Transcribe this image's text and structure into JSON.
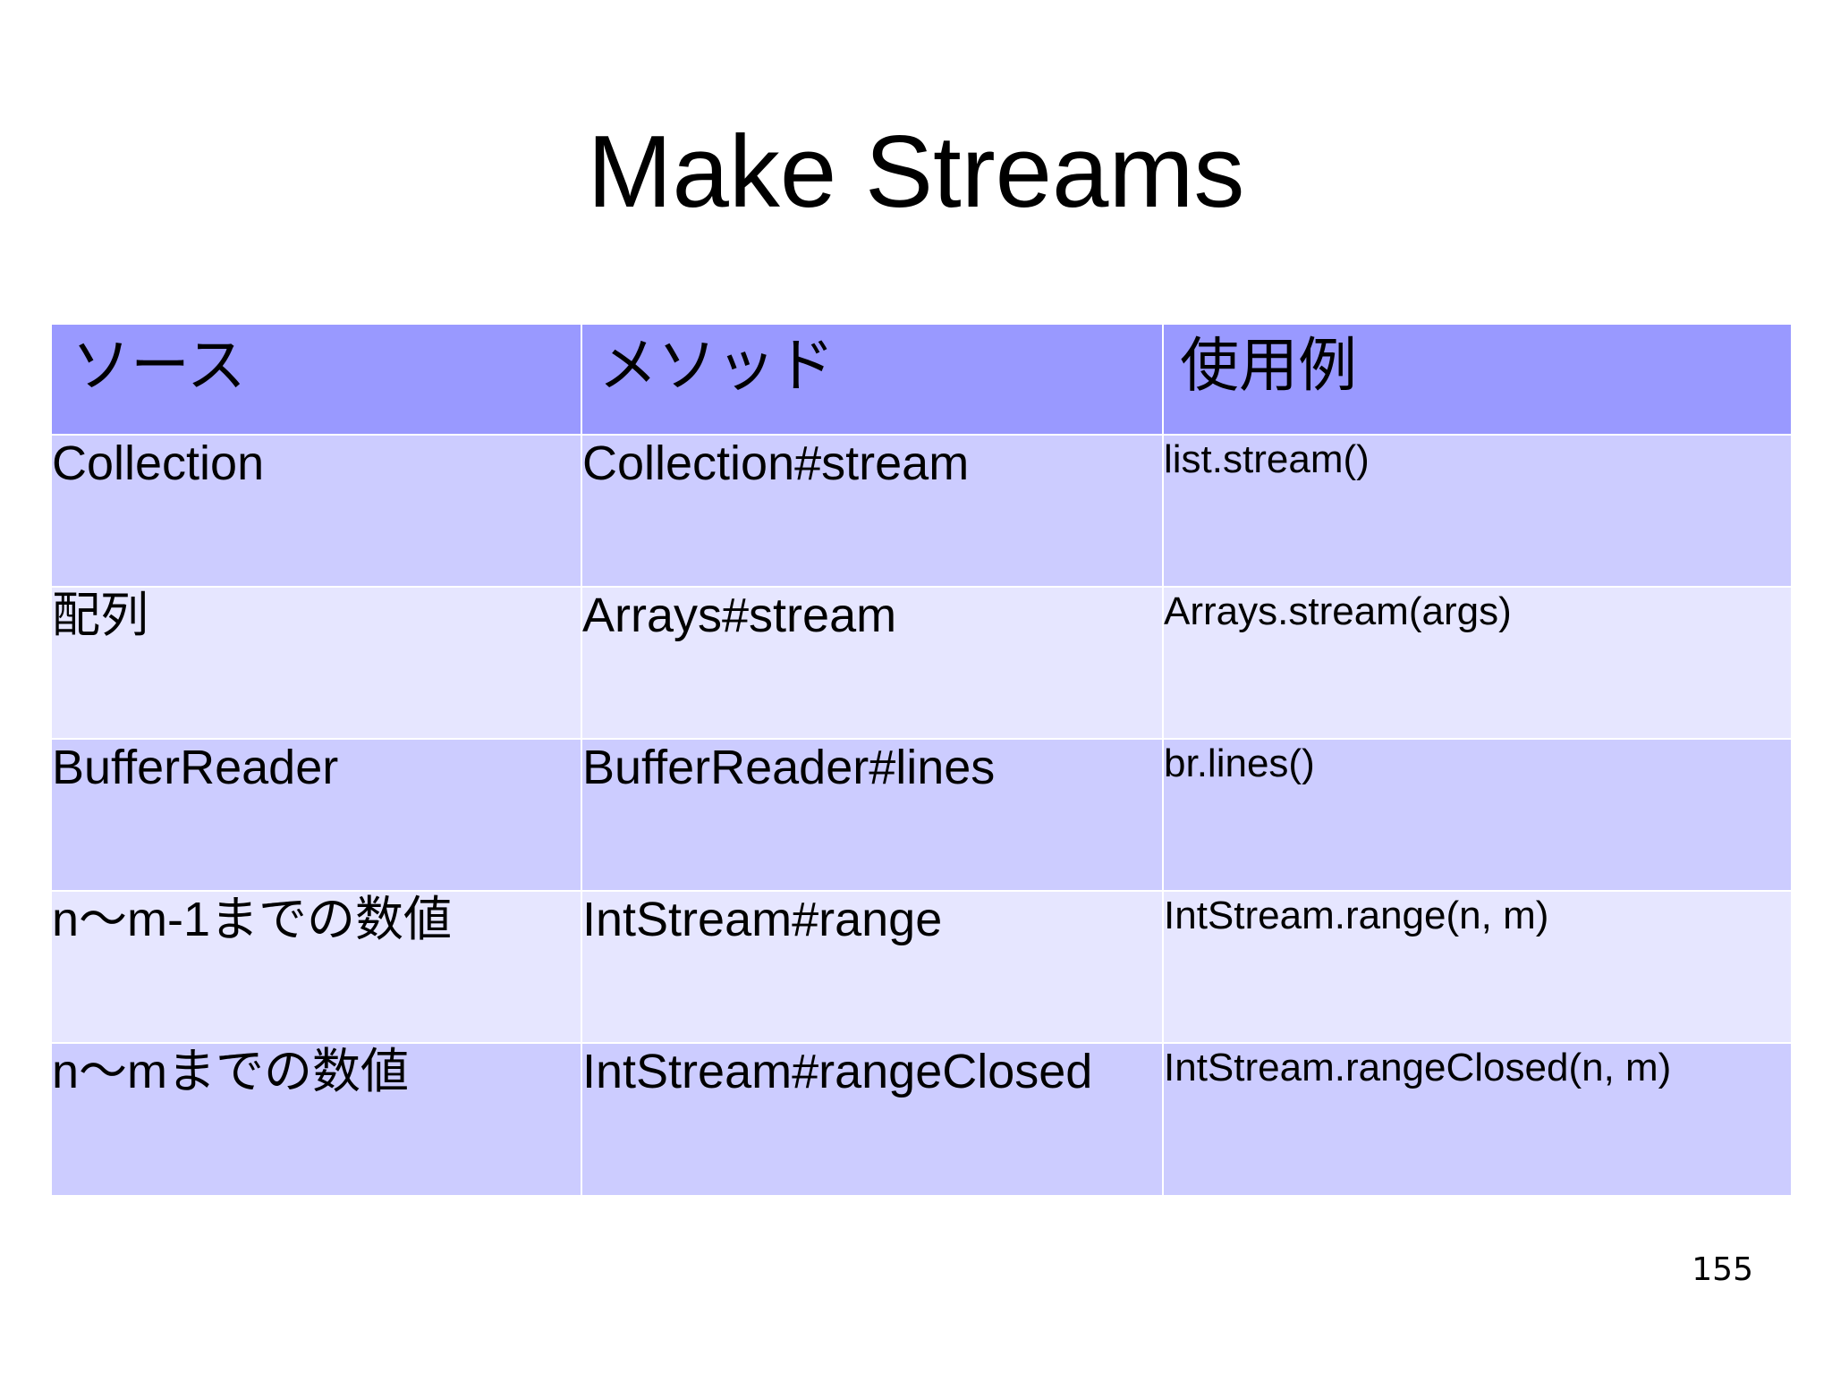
{
  "slide": {
    "title": "Make Streams",
    "page_number": "155"
  },
  "table": {
    "headers": [
      "ソース",
      "メソッド",
      "使用例"
    ],
    "rows": [
      [
        "Collection",
        "Collection#stream",
        "list.stream()"
      ],
      [
        "配列",
        "Arrays#stream",
        "Arrays.stream(args)"
      ],
      [
        "BufferReader",
        "BufferReader#lines",
        "br.lines()"
      ],
      [
        "n〜m-1までの数値",
        "IntStream#range",
        "IntStream.range(n, m)"
      ],
      [
        "n〜mまでの数値",
        "IntStream#rangeClosed",
        "IntStream.rangeClosed(n, m)"
      ]
    ]
  },
  "colors": {
    "header_bg": "#9999ff",
    "row_odd_bg": "#ccccff",
    "row_even_bg": "#e6e6ff"
  }
}
